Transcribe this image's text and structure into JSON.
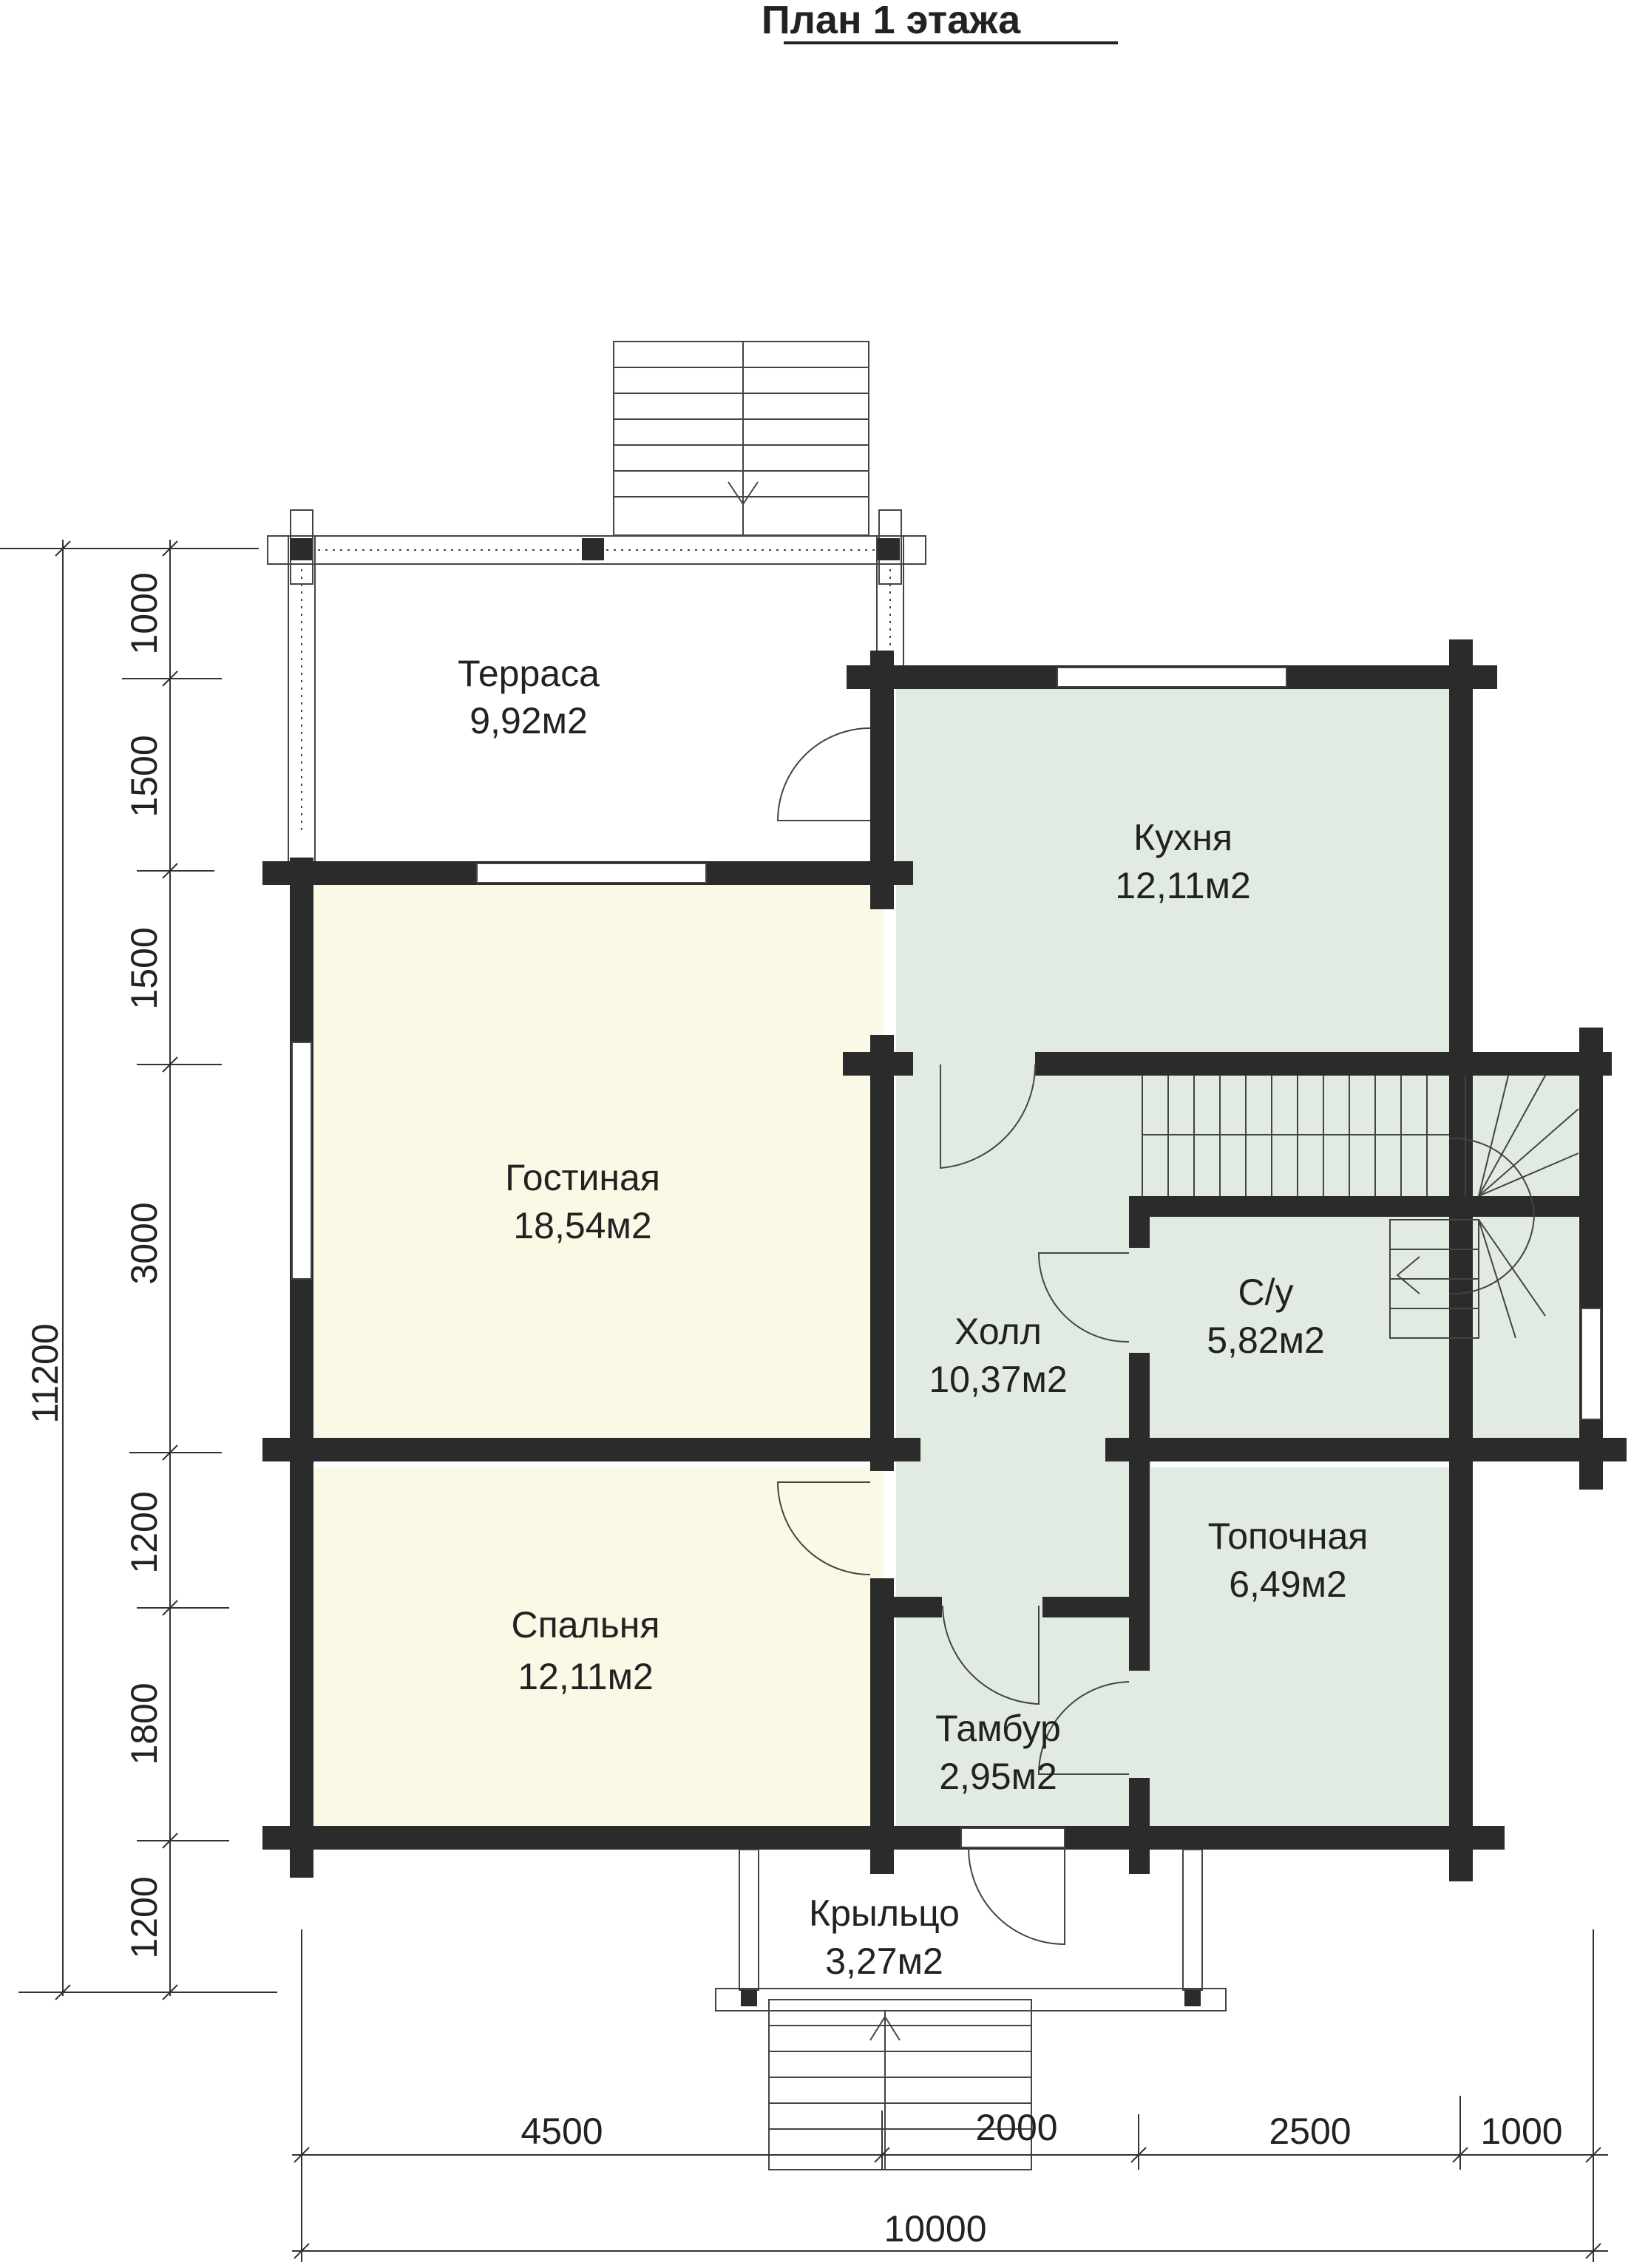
{
  "title": "План 1 этажа",
  "colors": {
    "wall": "#2b2b2b",
    "fill_green": "#e1ebe2",
    "fill_yellow": "#fcf8e6",
    "fill_white": "#ffffff"
  },
  "rooms": [
    {
      "id": "terrace",
      "name": "Терраса",
      "area": "9,92м2",
      "fill": "white"
    },
    {
      "id": "kitchen",
      "name": "Кухня",
      "area": "12,11м2",
      "fill": "green"
    },
    {
      "id": "living",
      "name": "Гостиная",
      "area": "18,54м2",
      "fill": "yellow"
    },
    {
      "id": "hall",
      "name": "Холл",
      "area": "10,37м2",
      "fill": "green"
    },
    {
      "id": "bath",
      "name": "С/у",
      "area": "5,82м2",
      "fill": "green"
    },
    {
      "id": "boiler",
      "name": "Топочная",
      "area": "6,49м2",
      "fill": "green"
    },
    {
      "id": "bedroom",
      "name": "Спальня",
      "area": "12,11м2",
      "fill": "yellow"
    },
    {
      "id": "vestibule",
      "name": "Тамбур",
      "area": "2,95м2",
      "fill": "green"
    },
    {
      "id": "porch",
      "name": "Крыльцо",
      "area": "3,27м2",
      "fill": "white"
    }
  ],
  "dimensions": {
    "vertical_total": "11200",
    "vertical_segments": [
      "1000",
      "1500",
      "1500",
      "3000",
      "1200",
      "1800",
      "1200"
    ],
    "horizontal_segments": [
      "4500",
      "2000",
      "2500",
      "1000"
    ],
    "horizontal_total": "10000"
  }
}
